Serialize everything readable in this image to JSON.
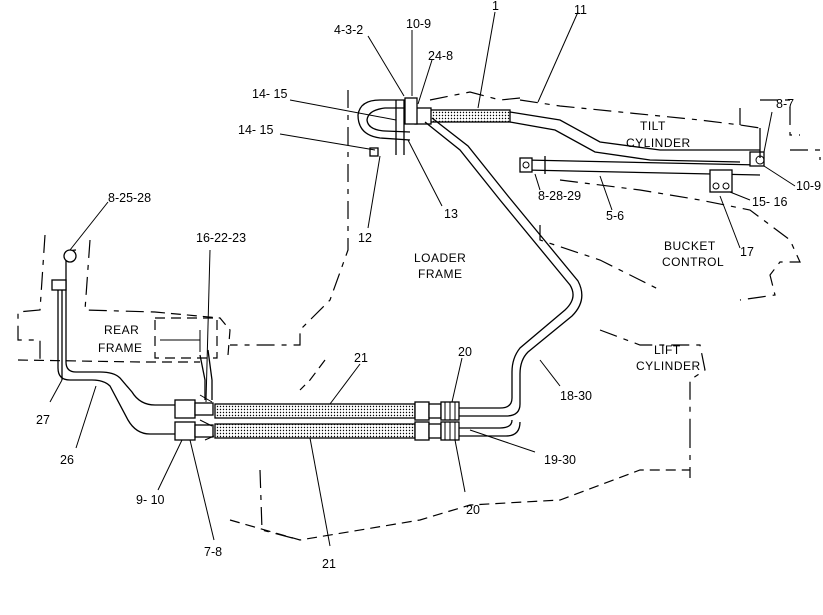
{
  "callouts": {
    "c1": "1",
    "c11": "11",
    "c4_3_2": "4-3-2",
    "c10_9_top": "10-9",
    "c24_8": "24-8",
    "c14_15_a": "14- 15",
    "c14_15_b": "14- 15",
    "c8_7": "8-7",
    "c10_9_right": "10-9",
    "c15_16": "15- 16",
    "c17": "17",
    "c5_6": "5-6",
    "c8_28_29": "8-28-29",
    "c13": "13",
    "c12": "12",
    "c8_25_28": "8-25-28",
    "c16_22_23": "16-22-23",
    "c21_top": "21",
    "c20_top": "20",
    "c18_30": "18-30",
    "c19_30": "19-30",
    "c20_bottom": "20",
    "c21_bottom": "21",
    "c27": "27",
    "c26": "26",
    "c9_10": "9- 10",
    "c7_8": "7-8"
  },
  "captions": {
    "tilt_l1": "TILT",
    "tilt_l2": "CYLINDER",
    "bucket_l1": "BUCKET",
    "bucket_l2": "CONTROL",
    "loader_l1": "LOADER",
    "loader_l2": "FRAME",
    "rear_l1": "REAR",
    "rear_l2": "FRAME",
    "lift_l1": "LIFT",
    "lift_l2": "CYLINDER"
  }
}
